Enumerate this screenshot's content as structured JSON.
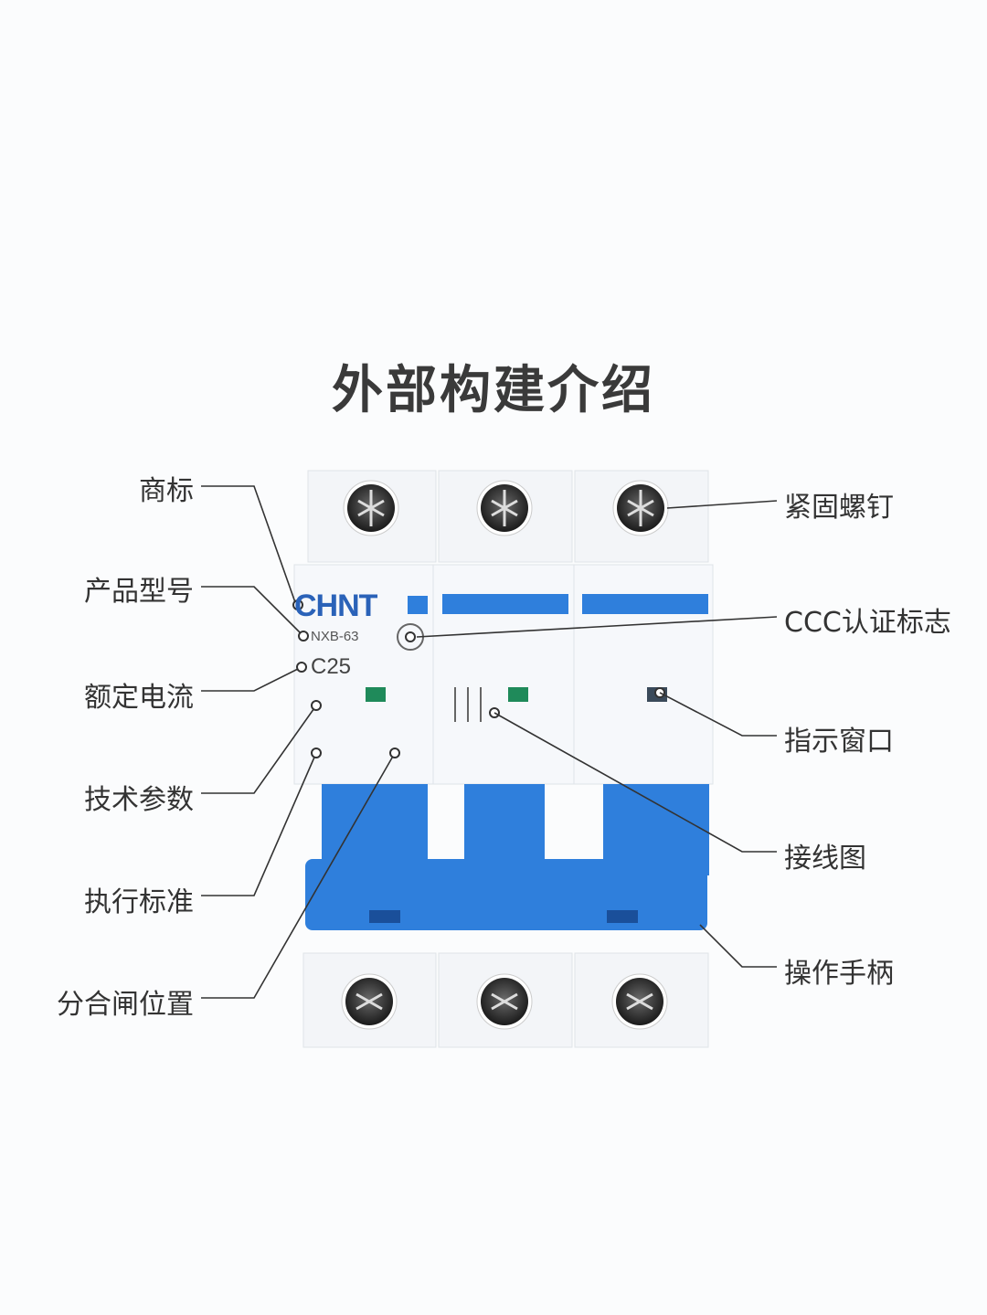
{
  "title": "外部构建介绍",
  "labels_left": {
    "trademark": "商标",
    "model": "产品型号",
    "rated_current": "额定电流",
    "tech_params": "技术参数",
    "standard": "执行标准",
    "switch_position": "分合闸位置"
  },
  "labels_right": {
    "screws": "紧固螺钉",
    "ccc_mark": "CCC认证标志",
    "indicator_window": "指示窗口",
    "wiring_diagram": "接线图",
    "handle": "操作手柄"
  },
  "device": {
    "brand": "CHNT",
    "model_code": "NXB-63",
    "rating": "C25",
    "colors": {
      "blue": "#2f7fdc",
      "body": "#eef3f8",
      "green": "#1f8a5a"
    }
  }
}
